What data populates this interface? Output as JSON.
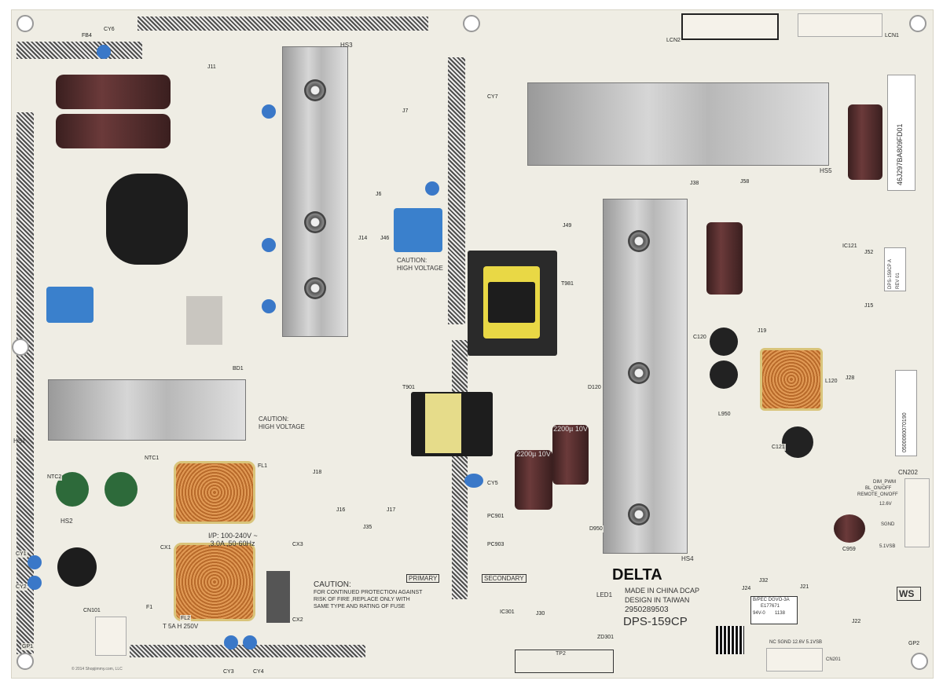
{
  "board": {
    "brand": "DELTA",
    "made_in": "MADE IN CHINA DCAP",
    "design_in": "DESIGN IN TAIWAN",
    "part_number": "2950289503",
    "model": "DPS-159CP",
    "caution_hv_1": "CAUTION:",
    "caution_hv_2": "HIGH VOLTAGE",
    "caution_title": "CAUTION:",
    "caution_lines": [
      "FOR CONTINUED PROTECTION AGAINST",
      "RISK OF FIRE ,REPLACE ONLY WITH",
      "SAME TYPE AND RATING OF FUSE"
    ],
    "primary_label": "PRIMARY",
    "secondary_label": "SECONDARY",
    "input_rating_1": "I/P: 100-240V ~",
    "input_rating_2": ",3.0A ,50-60Hz",
    "fuse_rating": "T 5A H 250V",
    "cert_1": "B/PEC DGVO-3A",
    "cert_2": "E177671",
    "cert_3": "94V-0",
    "cert_4": "1138",
    "sticker_serial": "46J297BA809FD01",
    "sticker_model": "DPS-159CP A",
    "sticker_rev": "REV 01",
    "barcode_text": "0500060070190",
    "ws_mark": "WS",
    "tp_label": "TP2",
    "led_label": "LED1",
    "cn202_label": "CN202",
    "cn202_pins": [
      "DIM_PWM",
      "BL_ON/OFF",
      "REMOTE_ON/OFF",
      "12.6V",
      "SGND",
      "5.1VSB"
    ],
    "cn201_label": "CN201",
    "cn201_pins": "NC  SGND  12.6V 5.1VSB",
    "cap_label": "2200µ 10V",
    "copyright": "© 2014 Shopjimmy.com, LLC",
    "refs": [
      "HS1",
      "HS2",
      "HS3",
      "HS4",
      "HS5",
      "FB4",
      "CY6",
      "J11",
      "J7",
      "J6",
      "J14",
      "J46",
      "J49",
      "J38",
      "J58",
      "J19",
      "J15",
      "J52",
      "J28",
      "J21",
      "J22",
      "J24",
      "J30",
      "J32",
      "J35",
      "J16",
      "J17",
      "J18",
      "BD1",
      "NTC1",
      "NTC2",
      "FL1",
      "FL2",
      "CX1",
      "CX2",
      "CX3",
      "CY1",
      "CY2",
      "CY3",
      "CY4",
      "CY5",
      "CY7",
      "CN101",
      "F1",
      "GP1",
      "GP2",
      "L120",
      "L950",
      "C120",
      "C121",
      "C959",
      "IC121",
      "IC301",
      "ZD301",
      "T901",
      "T981",
      "D120",
      "D950",
      "PC901",
      "PC903",
      "LCN1",
      "LCN2"
    ]
  }
}
